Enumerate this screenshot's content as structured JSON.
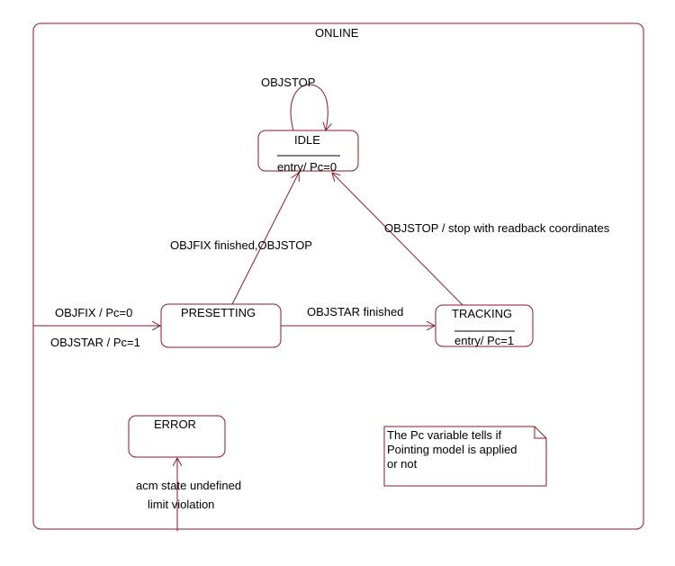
{
  "colors": {
    "line": "#8b1a2b",
    "note_fill": "#ffffe0",
    "state_fill": "#ffffe0"
  },
  "superstate": {
    "name": "ONLINE"
  },
  "states": {
    "idle": {
      "name": "IDLE",
      "action": "entry/ Pc=0"
    },
    "presetting": {
      "name": "PRESETTING"
    },
    "tracking": {
      "name": "TRACKING",
      "action": "entry/ Pc=1"
    },
    "error": {
      "name": "ERROR"
    }
  },
  "transitions": {
    "idle_self": "OBJSTOP",
    "presetting_to_idle": "OBJFIX finished,OBJSTOP",
    "tracking_to_idle": "OBJSTOP / stop with readback coordinates",
    "presetting_to_tracking": "OBJSTAR finished",
    "entry_objfix": "OBJFIX / Pc=0",
    "entry_objstar": "OBJSTAR / Pc=1",
    "error_line1": "acm state undefined",
    "error_line2": "limit violation"
  },
  "note": {
    "lines": [
      "The Pc variable tells if",
      "Pointing model is applied",
      "or not"
    ]
  }
}
